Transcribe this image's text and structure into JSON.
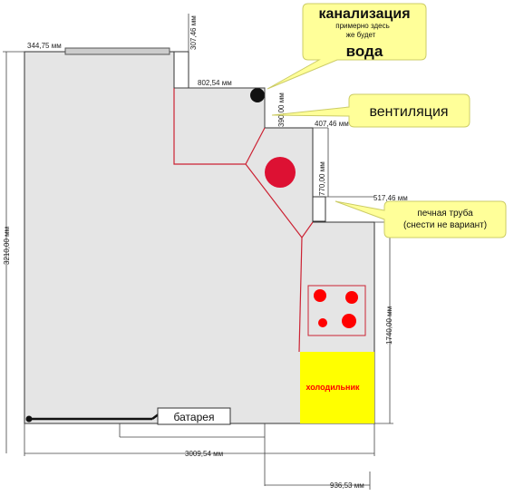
{
  "dimensions": {
    "window_width": "344,75 мм",
    "offset_top": "307,46 мм",
    "niche_width": "802,54 мм",
    "niche_depth": "390,00 мм",
    "step_width": "407,46 мм",
    "step_depth": "770,00 мм",
    "chimney_width": "517,46 мм",
    "room_height": "3210,00 мм",
    "right_wall": "1740,00 мм",
    "total_width": "3009,54 мм",
    "right_offset": "936,53 мм"
  },
  "callouts": {
    "sewer_title": "канализация",
    "sewer_line1": "примерно здесь",
    "sewer_line2": "же будет",
    "sewer_water": "вода",
    "ventilation": "вентиляция",
    "chimney_line1": "печная труба",
    "chimney_line2": "(снести не вариант)"
  },
  "labels": {
    "fridge": "холодильник",
    "radiator": "батарея"
  },
  "colors": {
    "floor": "#e5e5e5",
    "callout_fill": "#ffff99",
    "fridge_fill": "#ffff00",
    "fridge_text": "#ff0000",
    "counter_line": "#cc2233",
    "sink": "#dd1133",
    "burners": "#ff0000"
  }
}
